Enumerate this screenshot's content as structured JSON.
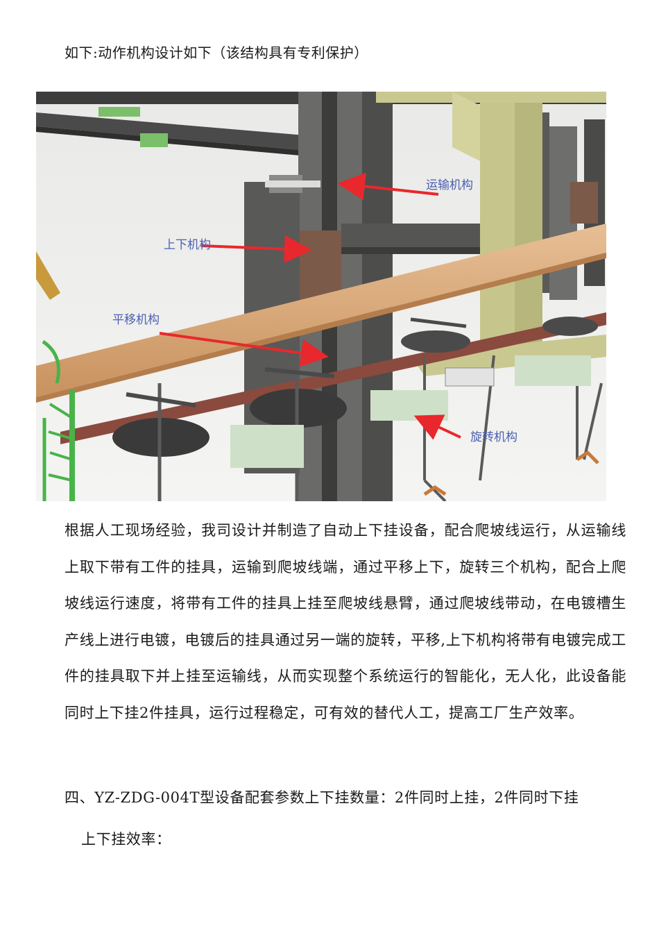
{
  "intro_line": "如下:动作机构设计如下（该结构具有专利保护）",
  "figure": {
    "callouts": {
      "transport": "运输机构",
      "lift": "上下机构",
      "translate": "平移机构",
      "rotate": "旋转机构"
    },
    "colors": {
      "callout_text": "#4a5fb0",
      "arrow": "#e8282c",
      "frame_yellow": "#c9c890",
      "beam_wood": "#d8a678",
      "steel_dark": "#5a5a5a",
      "rail_brown": "#8a4a3e",
      "motor_green": "#cfe0c8",
      "plant_green": "#49b34a"
    }
  },
  "body_paragraph": "根据人工现场经验，我司设计并制造了自动上下挂设备，配合爬坡线运行，从运输线上取下带有工件的挂具，运输到爬坡线端，通过平移上下，旋转三个机构，配合上爬坡线运行速度，将带有工件的挂具上挂至爬坡线悬臂，通过爬坡线带动，在电镀槽生产线上进行电镀，电镀后的挂具通过另一端的旋转，平移,上下机构将带有电镀完成工件的挂具取下并上挂至运输线，从而实现整个系统运行的智能化，无人化，此设备能同时上下挂2件挂具，运行过程稳定，可有效的替代人工，提高工厂生产效率。",
  "section_title": "四、YZ-ZDG-004T型设备配套参数上下挂数量：2件同时上挂，2件同时下挂",
  "sub_title": "上下挂效率："
}
